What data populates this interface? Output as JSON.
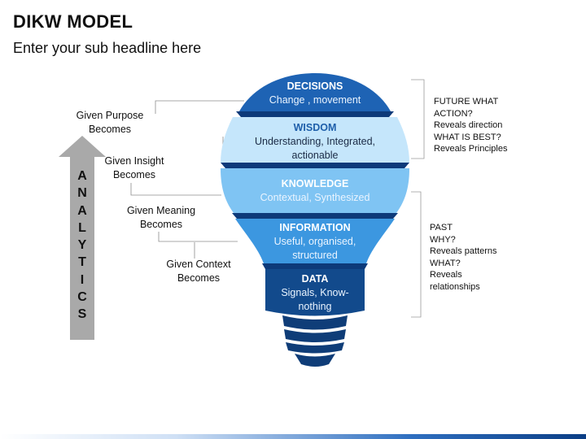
{
  "header": {
    "title": "DIKW MODEL",
    "subtitle": "Enter your sub headline here"
  },
  "layers": [
    {
      "name": "DECISIONS",
      "desc": [
        "Change , movement"
      ],
      "color": "#1e63b4"
    },
    {
      "name": "WISDOM",
      "desc": [
        "Understanding, Integrated,",
        "actionable"
      ],
      "color": "#c5e6fb"
    },
    {
      "name": "KNOWLEDGE",
      "desc": [
        "Contextual, Synthesized"
      ],
      "color": "#7fc4f3"
    },
    {
      "name": "INFORMATION",
      "desc": [
        "Useful, organised,",
        "structured"
      ],
      "color": "#3c97e0"
    },
    {
      "name": "DATA",
      "desc": [
        "Signals, Know-",
        "nothing"
      ],
      "color": "#124a8c"
    }
  ],
  "left_labels": [
    [
      "Given Purpose",
      "Becomes"
    ],
    [
      "Given Insight",
      "Becomes"
    ],
    [
      "Given Meaning",
      "Becomes"
    ],
    [
      "Given Context",
      "Becomes"
    ]
  ],
  "analytics": {
    "letters": [
      "A",
      "N",
      "A",
      "L",
      "Y",
      "T",
      "I",
      "C",
      "S"
    ],
    "arrow_color": "#a9a9a9"
  },
  "right_notes": {
    "top": [
      "FUTURE WHAT",
      "ACTION?",
      "Reveals direction",
      "WHAT IS BEST?",
      "Reveals Principles"
    ],
    "bottom": [
      "PAST",
      "WHY?",
      "Reveals patterns",
      "WHAT?",
      "Reveals",
      "relationships"
    ]
  },
  "colors": {
    "base_dark": "#0f3d78",
    "connector": "#8c8c8c",
    "accent": "#1f5faa"
  }
}
